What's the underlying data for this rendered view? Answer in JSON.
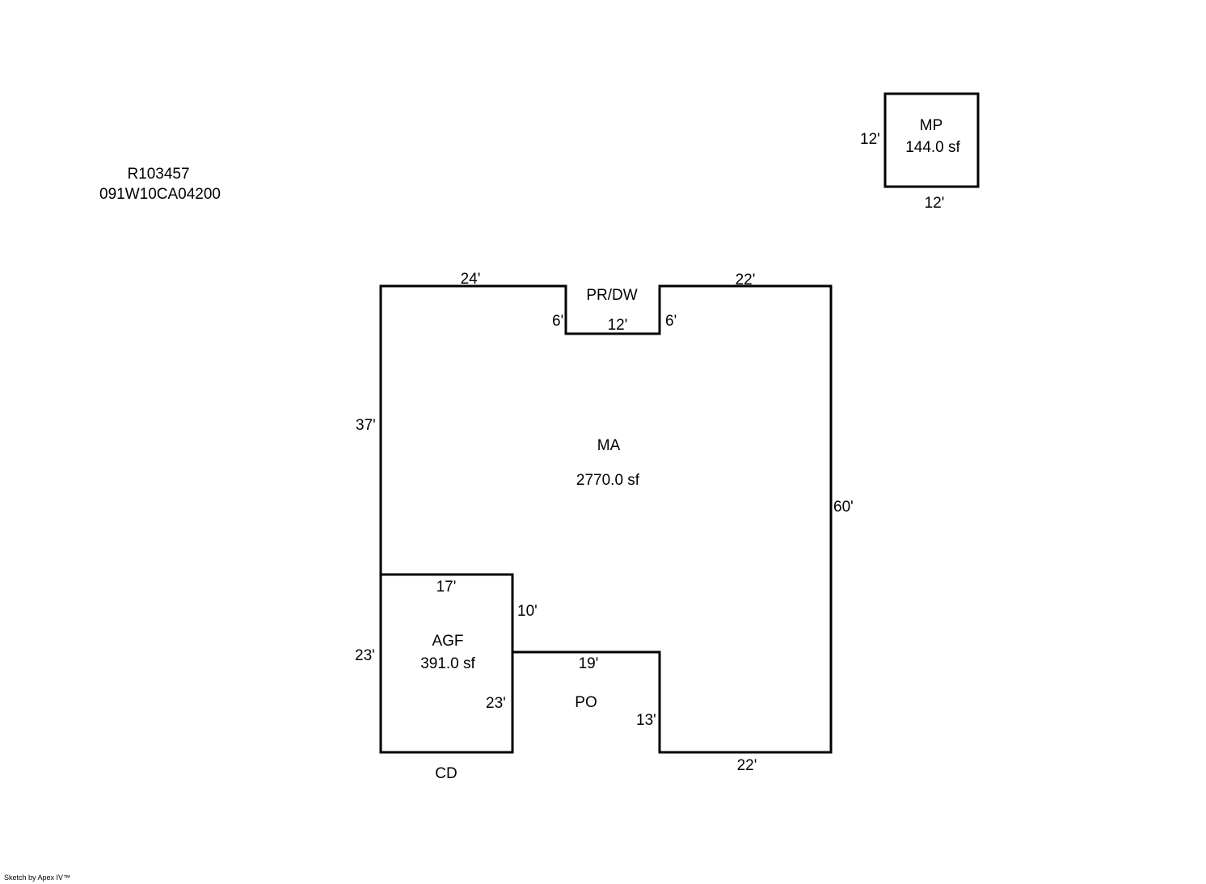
{
  "header": {
    "parcel_id": "R103457",
    "map_number": "091W10CA04200"
  },
  "areas": {
    "ma": {
      "code": "MA",
      "area": "2770.0 sf"
    },
    "agf": {
      "code": "AGF",
      "area": "391.0 sf"
    },
    "mp": {
      "code": "MP",
      "area": "144.0 sf"
    },
    "prdw": {
      "code": "PR/DW"
    },
    "po": {
      "code": "PO"
    },
    "cd": {
      "code": "CD"
    }
  },
  "dimensions": {
    "ma_top_left": "24'",
    "ma_top_right": "22'",
    "notch_left": "6'",
    "notch_bottom": "12'",
    "notch_right": "6'",
    "ma_left": "37'",
    "ma_right": "60'",
    "agf_top": "17'",
    "agf_right_upper": "10'",
    "agf_left": "23'",
    "agf_right": "23'",
    "po_top": "19'",
    "po_right": "13'",
    "ma_bottom": "22'",
    "mp_left": "12'",
    "mp_bottom": "12'"
  },
  "footer": {
    "credit": "Sketch by Apex IV™"
  }
}
